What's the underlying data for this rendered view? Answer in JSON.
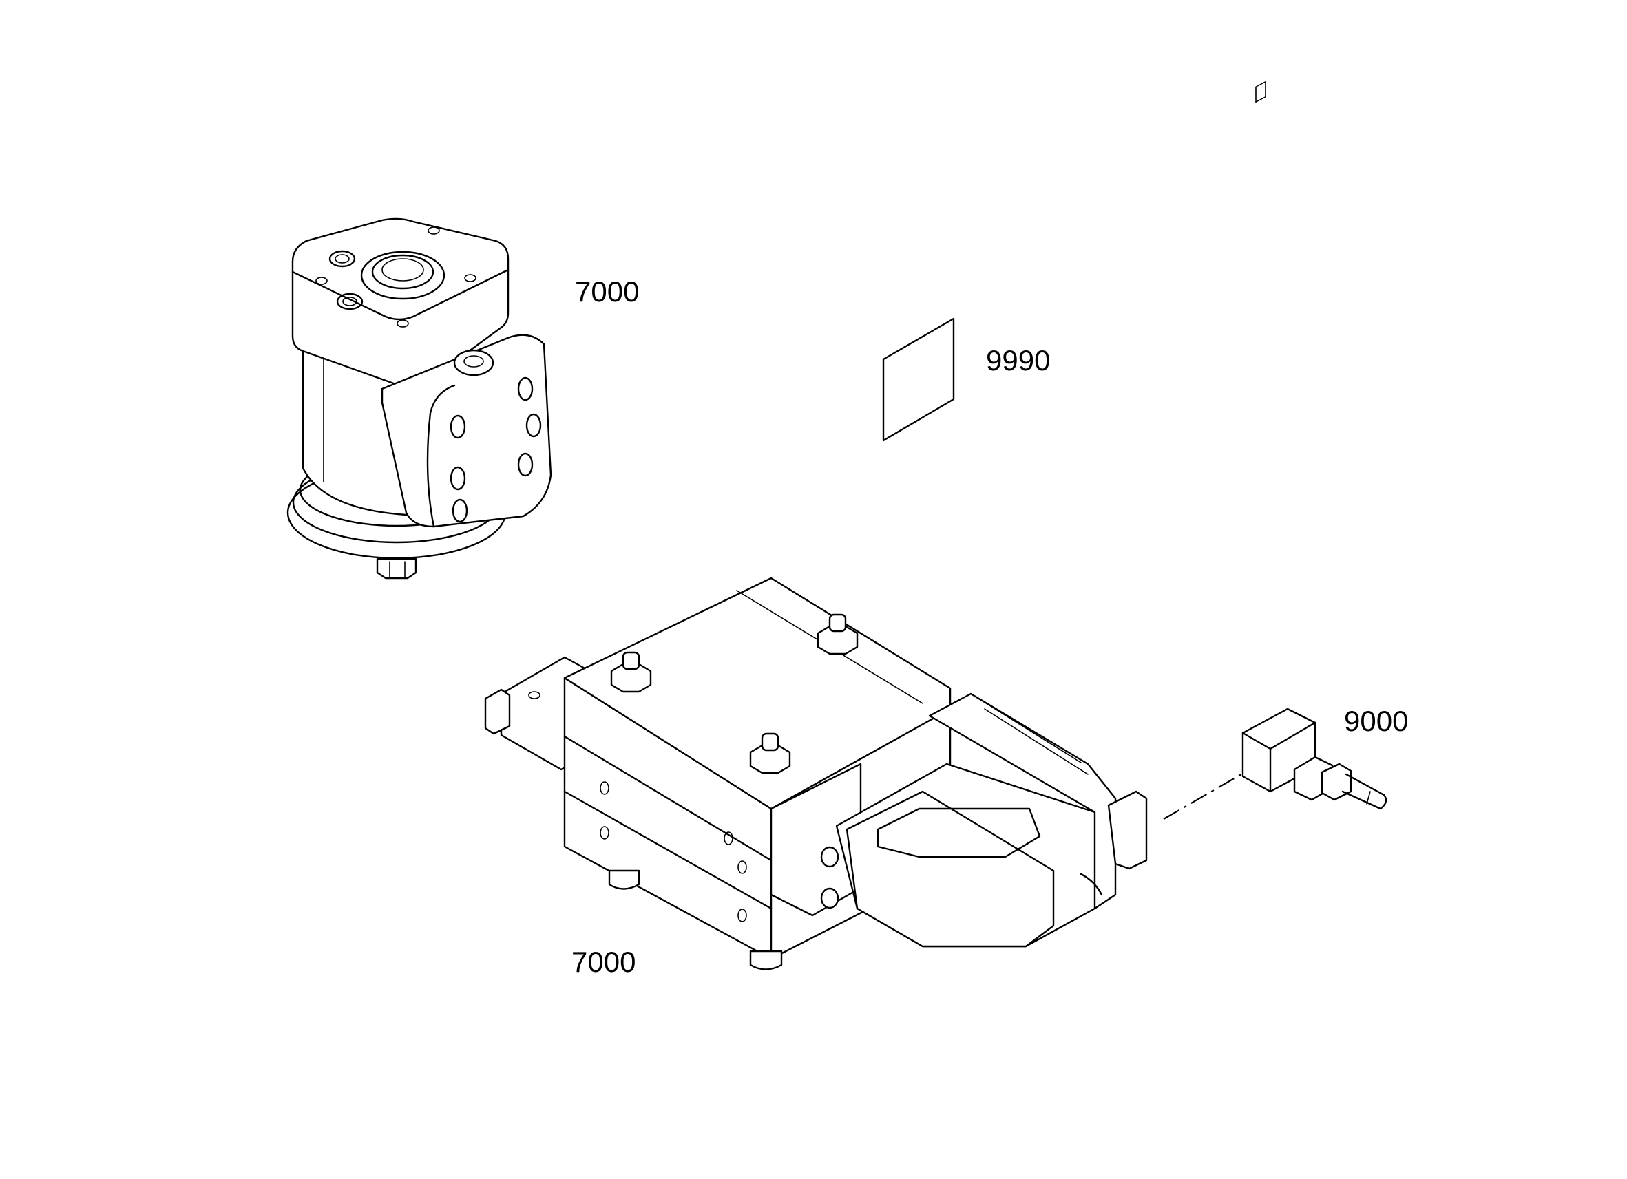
{
  "diagram": {
    "callouts": [
      {
        "id": "orbitrol-unit",
        "label": "7000"
      },
      {
        "id": "label-sheet",
        "label": "9990"
      },
      {
        "id": "valve-block",
        "label": "7000"
      },
      {
        "id": "plug-connector",
        "label": "9000"
      }
    ],
    "colors": {
      "line": "#000000",
      "background": "#ffffff"
    }
  }
}
